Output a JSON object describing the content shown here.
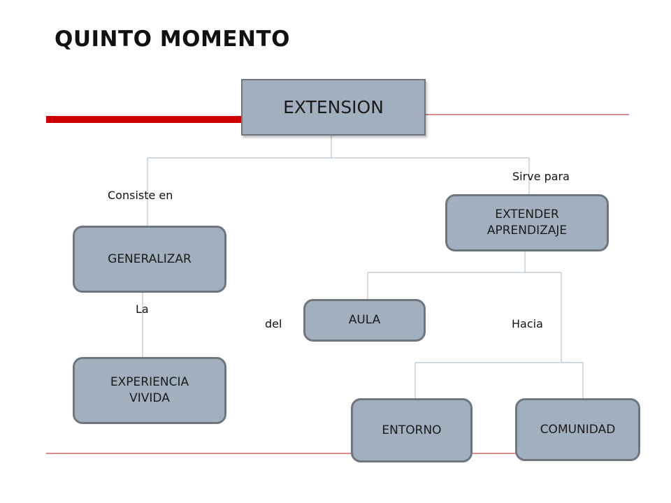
{
  "title": "QUINTO MOMENTO",
  "colors": {
    "accent_red": "#cc0000",
    "node_fill": "#a2afbf",
    "node_border": "#6e7680",
    "connector": "#b7c3cf"
  },
  "nodes": {
    "extension": "EXTENSION",
    "generalizar": "GENERALIZAR",
    "experiencia_vivida": "EXPERIENCIA\nVIVIDA",
    "extender_aprendizaje": "EXTENDER\nAPRENDIZAJE",
    "aula": "AULA",
    "entorno": "ENTORNO",
    "comunidad": "COMUNIDAD"
  },
  "labels": {
    "consiste_en": "Consiste en",
    "sirve_para": "Sirve para",
    "la": "La",
    "del": "del",
    "hacia": "Hacia"
  }
}
